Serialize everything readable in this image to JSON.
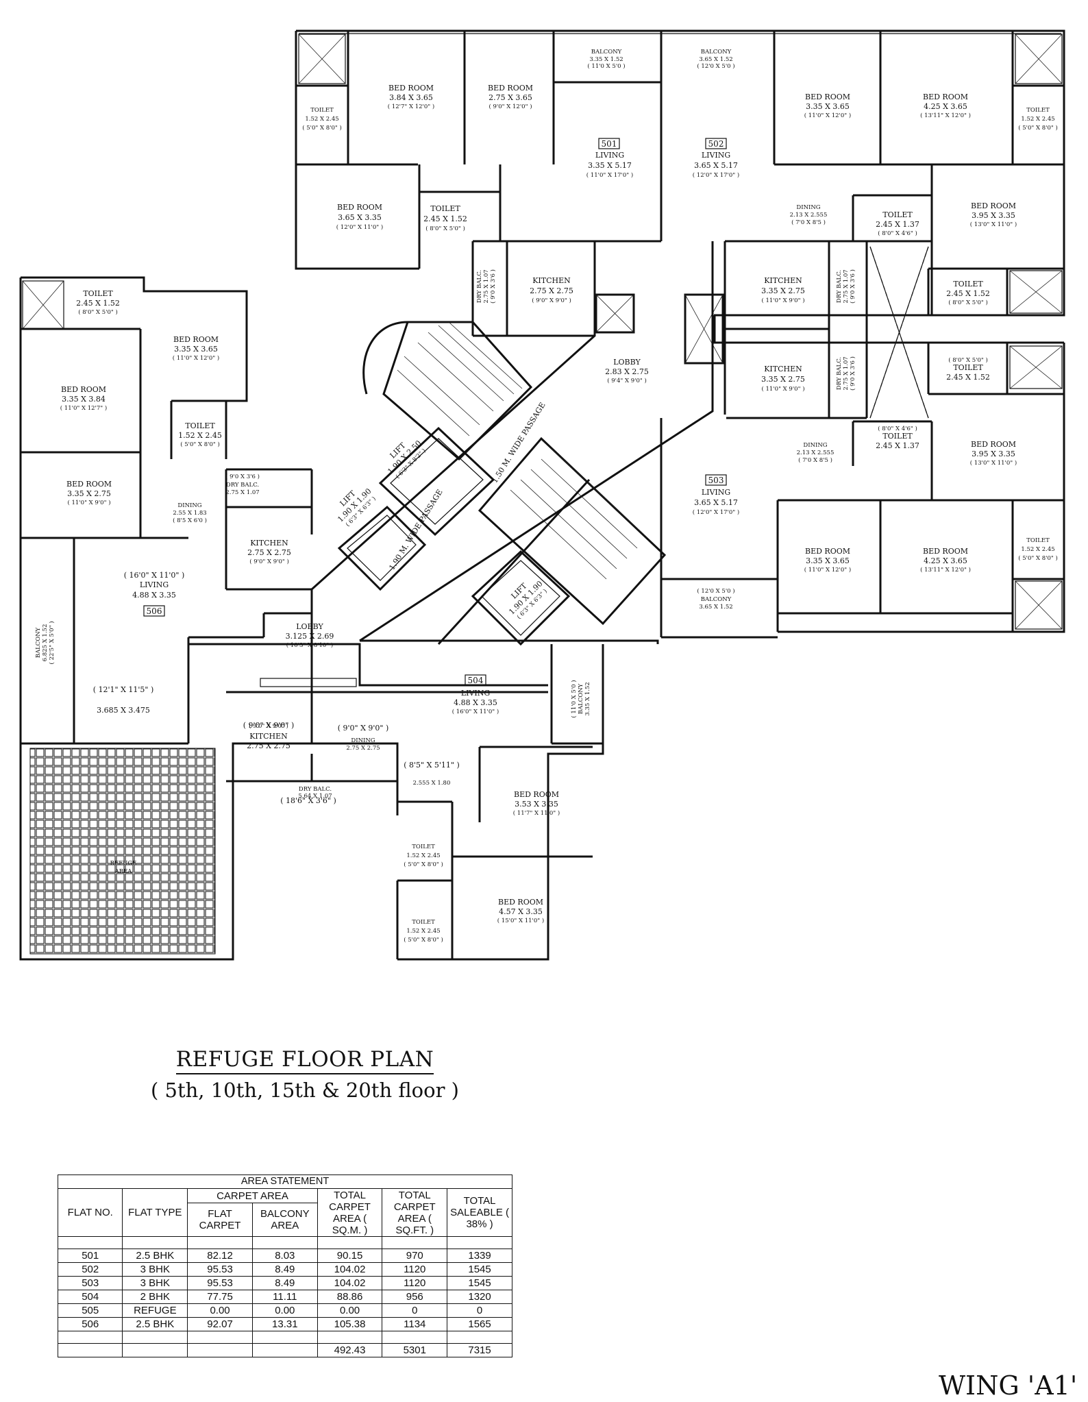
{
  "rooms": [
    {
      "id": "r1",
      "label": "BED ROOM",
      "dims": "3.84 X 3.65",
      "imperial": "( 12'7\" X 12'0\" )"
    },
    {
      "id": "r2",
      "label": "BED ROOM",
      "dims": "2.75 X 3.65",
      "imperial": "( 9'0\" X 12'0\" )"
    },
    {
      "id": "r3",
      "label": "BALCONY",
      "dims": "3.35 X 1.52",
      "imperial": "( 11'0 X 5'0 )"
    },
    {
      "id": "r4",
      "label": "BALCONY",
      "dims": "3.65 X 1.52",
      "imperial": "( 12'0 X 5'0 )"
    },
    {
      "id": "r5",
      "label": "BED ROOM",
      "dims": "3.35 X 3.65",
      "imperial": "( 11'0\" X 12'0\" )"
    },
    {
      "id": "r6",
      "label": "BED ROOM",
      "dims": "4.25 X 3.65",
      "imperial": "( 13'11\" X 12'0\" )"
    },
    {
      "id": "r7",
      "label": "TOILET",
      "dims": "1.52 X 2.45",
      "imperial": "( 5'0\" X 8'0\" )"
    },
    {
      "id": "r8",
      "label": "TOILET",
      "dims": "1.52 X 2.45",
      "imperial": "( 5'0\" X 8'0\" )"
    },
    {
      "id": "r9",
      "label": "LIVING",
      "dims": "3.35 X 5.17",
      "imperial": "( 11'0\" X 17'0\" )"
    },
    {
      "id": "r10",
      "label": "LIVING",
      "dims": "3.65 X 5.17",
      "imperial": "( 12'0\" X 17'0\" )"
    },
    {
      "id": "r11",
      "label": "BED ROOM",
      "dims": "3.65 X 3.35",
      "imperial": "( 12'0\" X 11'0\" )"
    },
    {
      "id": "r12",
      "label": "TOILET",
      "dims": "2.45 X 1.52",
      "imperial": "( 8'0\" X 5'0\" )"
    },
    {
      "id": "r13",
      "label": "DINING",
      "dims": "2.13 X 2.555",
      "imperial": "( 7'0 X 8'5 )"
    },
    {
      "id": "r14",
      "label": "TOILET",
      "dims": "2.45 X 1.37",
      "imperial": "( 8'0\" X 4'6\" )"
    },
    {
      "id": "r15",
      "label": "BED ROOM",
      "dims": "3.95 X 3.35",
      "imperial": "( 13'0\" X 11'0\" )"
    },
    {
      "id": "r16",
      "label": "KITCHEN",
      "dims": "2.75 X 2.75",
      "imperial": "( 9'0\" X 9'0\" )"
    },
    {
      "id": "r17",
      "label": "KITCHEN",
      "dims": "3.35 X 2.75",
      "imperial": "( 11'0\" X 9'0\" )"
    },
    {
      "id": "r18",
      "label": "TOILET",
      "dims": "2.45 X 1.52",
      "imperial": "( 8'0\" X 5'0\" )"
    },
    {
      "id": "r19",
      "label": "TOILET",
      "dims": "2.45 X 1.52",
      "imperial": "( 8'0\" X 5'0\" )"
    },
    {
      "id": "r20",
      "label": "BED ROOM",
      "dims": "3.35 X 3.65",
      "imperial": "( 11'0\" X 12'0\" )"
    },
    {
      "id": "r21",
      "label": "BED ROOM",
      "dims": "3.35 X 3.84",
      "imperial": "( 11'0\" X 12'7\" )"
    },
    {
      "id": "r22",
      "label": "LOBBY",
      "dims": "2.83 X 2.75",
      "imperial": "( 9'4\" X 9'0\" )"
    },
    {
      "id": "r23",
      "label": "KITCHEN",
      "dims": "3.35 X 2.75",
      "imperial": "( 11'0\" X 9'0\" )"
    },
    {
      "id": "r24",
      "label": "TOILET",
      "dims": "2.45 X 1.52",
      "imperial": "( 8'0\" X 5'0\" )"
    },
    {
      "id": "r25",
      "label": "TOILET",
      "dims": "1.52 X 2.45",
      "imperial": "( 5'0\" X 8'0\" )"
    },
    {
      "id": "r26",
      "label": "LIFT",
      "dims": "1.90 X 2.50",
      "imperial": "( 6'3\" X 8'2\" )"
    },
    {
      "id": "r27",
      "label": "DINING",
      "dims": "2.13 X 2.555",
      "imperial": "( 7'0 X 8'5 )"
    },
    {
      "id": "r28",
      "label": "TOILET",
      "dims": "2.45 X 1.37",
      "imperial": "( 8'0\" X 4'6\" )"
    },
    {
      "id": "r29",
      "label": "BED ROOM",
      "dims": "3.95 X 3.35",
      "imperial": "( 13'0\" X 11'0\" )"
    },
    {
      "id": "r30",
      "label": "BED ROOM",
      "dims": "3.35 X 2.75",
      "imperial": "( 11'0\" X 9'0\" )"
    },
    {
      "id": "r31",
      "label": "DRY BALC.",
      "dims": "2.75 X 1.07",
      "imperial": "( 9'0 X 3'6 )"
    },
    {
      "id": "r32",
      "label": "LIFT",
      "dims": "1.90 X 1.90",
      "imperial": "( 6'3\" X 6'3\" )"
    },
    {
      "id": "r33",
      "label": "DINING",
      "dims": "2.55 X 1.83",
      "imperial": "( 8'5 X 6'0 )"
    },
    {
      "id": "r34",
      "label": "KITCHEN",
      "dims": "2.75 X 2.75",
      "imperial": "( 9'0\" X 9'0\" )"
    },
    {
      "id": "r35",
      "label": "LIVING",
      "dims": "3.65 X 5.17",
      "imperial": "( 12'0\" X 17'0\" )"
    },
    {
      "id": "r36",
      "label": "LIVING",
      "dims": "4.88 X 3.35",
      "imperial": "( 16'0\" X 11'0\" )"
    },
    {
      "id": "r37",
      "label": "BED ROOM",
      "dims": "3.35 X 3.65",
      "imperial": "( 11'0\" X 12'0\" )"
    },
    {
      "id": "r38",
      "label": "BED ROOM",
      "dims": "4.25 X 3.65",
      "imperial": "( 13'11\" X 12'0\" )"
    },
    {
      "id": "r39",
      "label": "TOILET",
      "dims": "1.52 X 2.45",
      "imperial": "( 5'0\" X 8'0\" )"
    },
    {
      "id": "r40",
      "label": "LIFT",
      "dims": "1.90 X 1.90",
      "imperial": "( 6'3\" X 6'3\" )"
    },
    {
      "id": "r41",
      "label": "BALCONY",
      "dims": "3.65 X 1.52",
      "imperial": "( 12'0 X 5'0 )"
    },
    {
      "id": "r42",
      "label": "LOBBY",
      "dims": "3.125 X 2.69",
      "imperial": "( 10'3\" X 8'10\" )"
    },
    {
      "id": "r43",
      "label": "LIVING",
      "dims": "4.88 X 3.35",
      "imperial": "( 16'0\" X 11'0\" )"
    },
    {
      "id": "r44",
      "label": "BALCONY",
      "dims": "3.35 X 1.52",
      "imperial": "( 11'0 X 5'0 )"
    },
    {
      "id": "r45",
      "label": "KITCHEN",
      "dims": "2.75 X 2.75",
      "imperial": "( 9'0\" X 9'0\" )"
    },
    {
      "id": "r46",
      "label": "DINING",
      "dims": "2.75 X 2.75",
      "imperial": "( 9'0\" X 9'0\" )"
    },
    {
      "id": "r47",
      "label": "BED ROOM",
      "dims": "3.53 X 3.35",
      "imperial": "( 11'7\" X 11'0\" )"
    },
    {
      "id": "r48",
      "label": "TOILET",
      "dims": "1.52 X 2.45",
      "imperial": "( 5'0\" X 8'0\" )"
    },
    {
      "id": "r49",
      "label": "BED ROOM",
      "dims": "4.57 X 3.35",
      "imperial": "( 15'0\" X 11'0\" )"
    },
    {
      "id": "r50",
      "label": "TOILET",
      "dims": "1.52 X 2.45",
      "imperial": "( 5'0\" X 8'0\" )"
    },
    {
      "id": "r51",
      "label": "BALCONY",
      "dims": "6.825 X 1.52",
      "imperial": "( 22'5\" X 5'0\" )"
    },
    {
      "id": "r52",
      "label": "REFUGE",
      "dims": "AREA",
      "imperial": ""
    }
  ],
  "free_labels": [
    {
      "id": "f1",
      "text": "( 12'1\" X 11'5\" )"
    },
    {
      "id": "f2",
      "text": "3.685 X 3.475"
    },
    {
      "id": "f3",
      "text": "( 8'5\" X 5'11\" )"
    },
    {
      "id": "f4",
      "text": "2.555 X 1.80"
    },
    {
      "id": "f5",
      "text": "( 9'0\" X 9'0\" )"
    },
    {
      "id": "f6",
      "text": "( 9'0\" X 9'0\" )"
    },
    {
      "id": "f7",
      "text": "( 18'6\" X 3'6\" )"
    },
    {
      "id": "f8",
      "text": "DRY BALC."
    },
    {
      "id": "f9",
      "text": "5.64 X 1.07"
    },
    {
      "id": "f10",
      "text": "DRY BALC."
    },
    {
      "id": "f11",
      "text": "2.75 X 1.07"
    },
    {
      "id": "f12",
      "text": "( 9'0 X 3'6 )"
    },
    {
      "id": "f13",
      "text": "DRY BALC."
    },
    {
      "id": "f14",
      "text": "2.75 X 1.07"
    },
    {
      "id": "f15",
      "text": "( 9'0 X 3'6 )"
    },
    {
      "id": "f16",
      "text": "DRY BALC."
    },
    {
      "id": "f17",
      "text": "2.75 X 1.07"
    },
    {
      "id": "f18",
      "text": "( 9'0 X 3'6 )"
    },
    {
      "id": "f19",
      "text": "( 16'0\" X 11'0\" )"
    }
  ],
  "flat_numbers": [
    "501",
    "502",
    "503",
    "504",
    "506"
  ],
  "passages": [
    "1.50 M. WIDE PASSAGE",
    "1.90 M. WIDE PASSAGE"
  ],
  "title": "REFUGE FLOOR PLAN",
  "subtitle": "( 5th, 10th, 15th & 20th floor )",
  "wing": "WING 'A1'",
  "area_statement": {
    "caption": "AREA STATEMENT",
    "headers": {
      "flat_no": "FLAT NO.",
      "flat_type": "FLAT TYPE",
      "carpet_area": "CARPET AREA",
      "flat_carpet": "FLAT CARPET",
      "balcony_area": "BALCONY AREA",
      "total_sqm": "TOTAL CARPET AREA ( SQ.M. )",
      "total_sqft": "TOTAL CARPET AREA ( SQ.FT. )",
      "total_saleable": "TOTAL SALEABLE ( 38% )"
    },
    "rows": [
      {
        "flat": "501",
        "type": "2.5 BHK",
        "carpet": "82.12",
        "balcony": "8.03",
        "sqm": "90.15",
        "sqft": "970",
        "saleable": "1339"
      },
      {
        "flat": "502",
        "type": "3 BHK",
        "carpet": "95.53",
        "balcony": "8.49",
        "sqm": "104.02",
        "sqft": "1120",
        "saleable": "1545"
      },
      {
        "flat": "503",
        "type": "3 BHK",
        "carpet": "95.53",
        "balcony": "8.49",
        "sqm": "104.02",
        "sqft": "1120",
        "saleable": "1545"
      },
      {
        "flat": "504",
        "type": "2 BHK",
        "carpet": "77.75",
        "balcony": "11.11",
        "sqm": "88.86",
        "sqft": "956",
        "saleable": "1320"
      },
      {
        "flat": "505",
        "type": "REFUGE",
        "carpet": "0.00",
        "balcony": "0.00",
        "sqm": "0.00",
        "sqft": "0",
        "saleable": "0"
      },
      {
        "flat": "506",
        "type": "2.5 BHK",
        "carpet": "92.07",
        "balcony": "13.31",
        "sqm": "105.38",
        "sqft": "1134",
        "saleable": "1565"
      }
    ],
    "totals": {
      "sqm": "492.43",
      "sqft": "5301",
      "saleable": "7315"
    }
  }
}
